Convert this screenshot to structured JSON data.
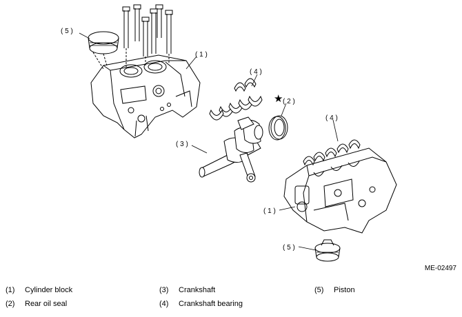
{
  "figure_id": "ME-02497",
  "star_symbol": "★",
  "callouts": {
    "c1a": "( 1 )",
    "c1b": "( 1 )",
    "c2": "( 2 )",
    "c3": "( 3 )",
    "c4a": "( 4 )",
    "c4b": "( 4 )",
    "c5a": "( 5 )",
    "c5b": "( 5 )"
  },
  "legend": [
    {
      "num": "(1)",
      "label": "Cylinder block"
    },
    {
      "num": "(2)",
      "label": "Rear oil seal"
    },
    {
      "num": "(3)",
      "label": "Crankshaft"
    },
    {
      "num": "(4)",
      "label": "Crankshaft bearing"
    },
    {
      "num": "(5)",
      "label": "Piston"
    }
  ]
}
